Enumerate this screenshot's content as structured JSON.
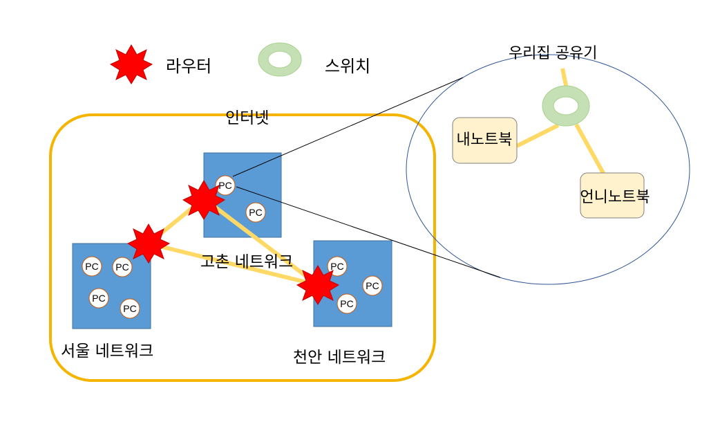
{
  "legend": {
    "router_label": "라우터",
    "switch_label": "스위치"
  },
  "internet_label": "인터넷",
  "networks": {
    "seoul": "서울 네트워크",
    "gochon": "고촌 네트워크",
    "cheonan": "천안 네트워크"
  },
  "pc_label": "PC",
  "home": {
    "router_label": "우리집 공유기",
    "my_laptop": "내노트북",
    "sister_laptop": "언니노트북"
  },
  "colors": {
    "network_box": "#5b9bd5",
    "internet_border": "#f4b400",
    "link": "#ffd966",
    "router": "#ff0000",
    "switch_fill": "#c5e0b4",
    "switch_border": "#a9d18e",
    "laptop_fill": "#fff2cc",
    "zoom_circle": "#2f5597"
  }
}
